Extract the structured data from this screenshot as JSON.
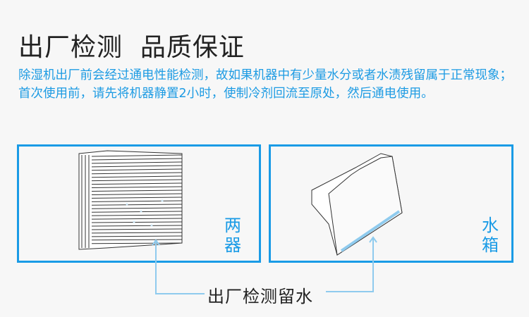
{
  "title": "出厂检测  品质保证",
  "description": "除湿机出厂前会经过通电性能检测，故如果机器中有少量水分或者水渍残留属于正常现象；首次使用前，请先将机器静置2小时，使制冷剂回流至原处，然后通电使用。",
  "panels": [
    {
      "label": "两器",
      "icon": "evaporator-condenser-coil-icon"
    },
    {
      "label": "水箱",
      "icon": "water-tank-icon"
    }
  ],
  "caption": "出厂检测留水",
  "colors": {
    "accent": "#1a9be6",
    "arrow": "#8fcbee",
    "text": "#222222"
  }
}
